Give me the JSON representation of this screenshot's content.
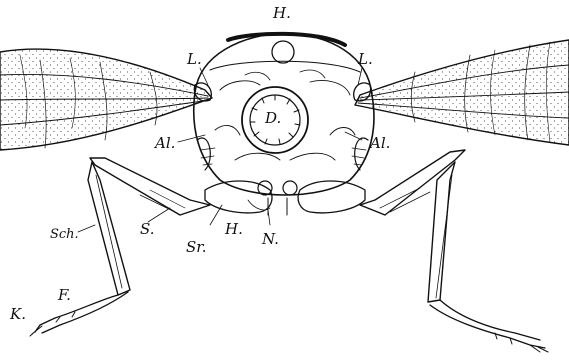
{
  "figure": {
    "labels": {
      "top_heart": "H.",
      "left_l": "L.",
      "right_l": "L.",
      "center": "D.",
      "left_al": "Al.",
      "right_al": "Al.",
      "sch": "Sch.",
      "s": "S.",
      "sr": "Sr.",
      "bottom_h": "H.",
      "n": "N.",
      "f": "F.",
      "k": "K."
    }
  }
}
